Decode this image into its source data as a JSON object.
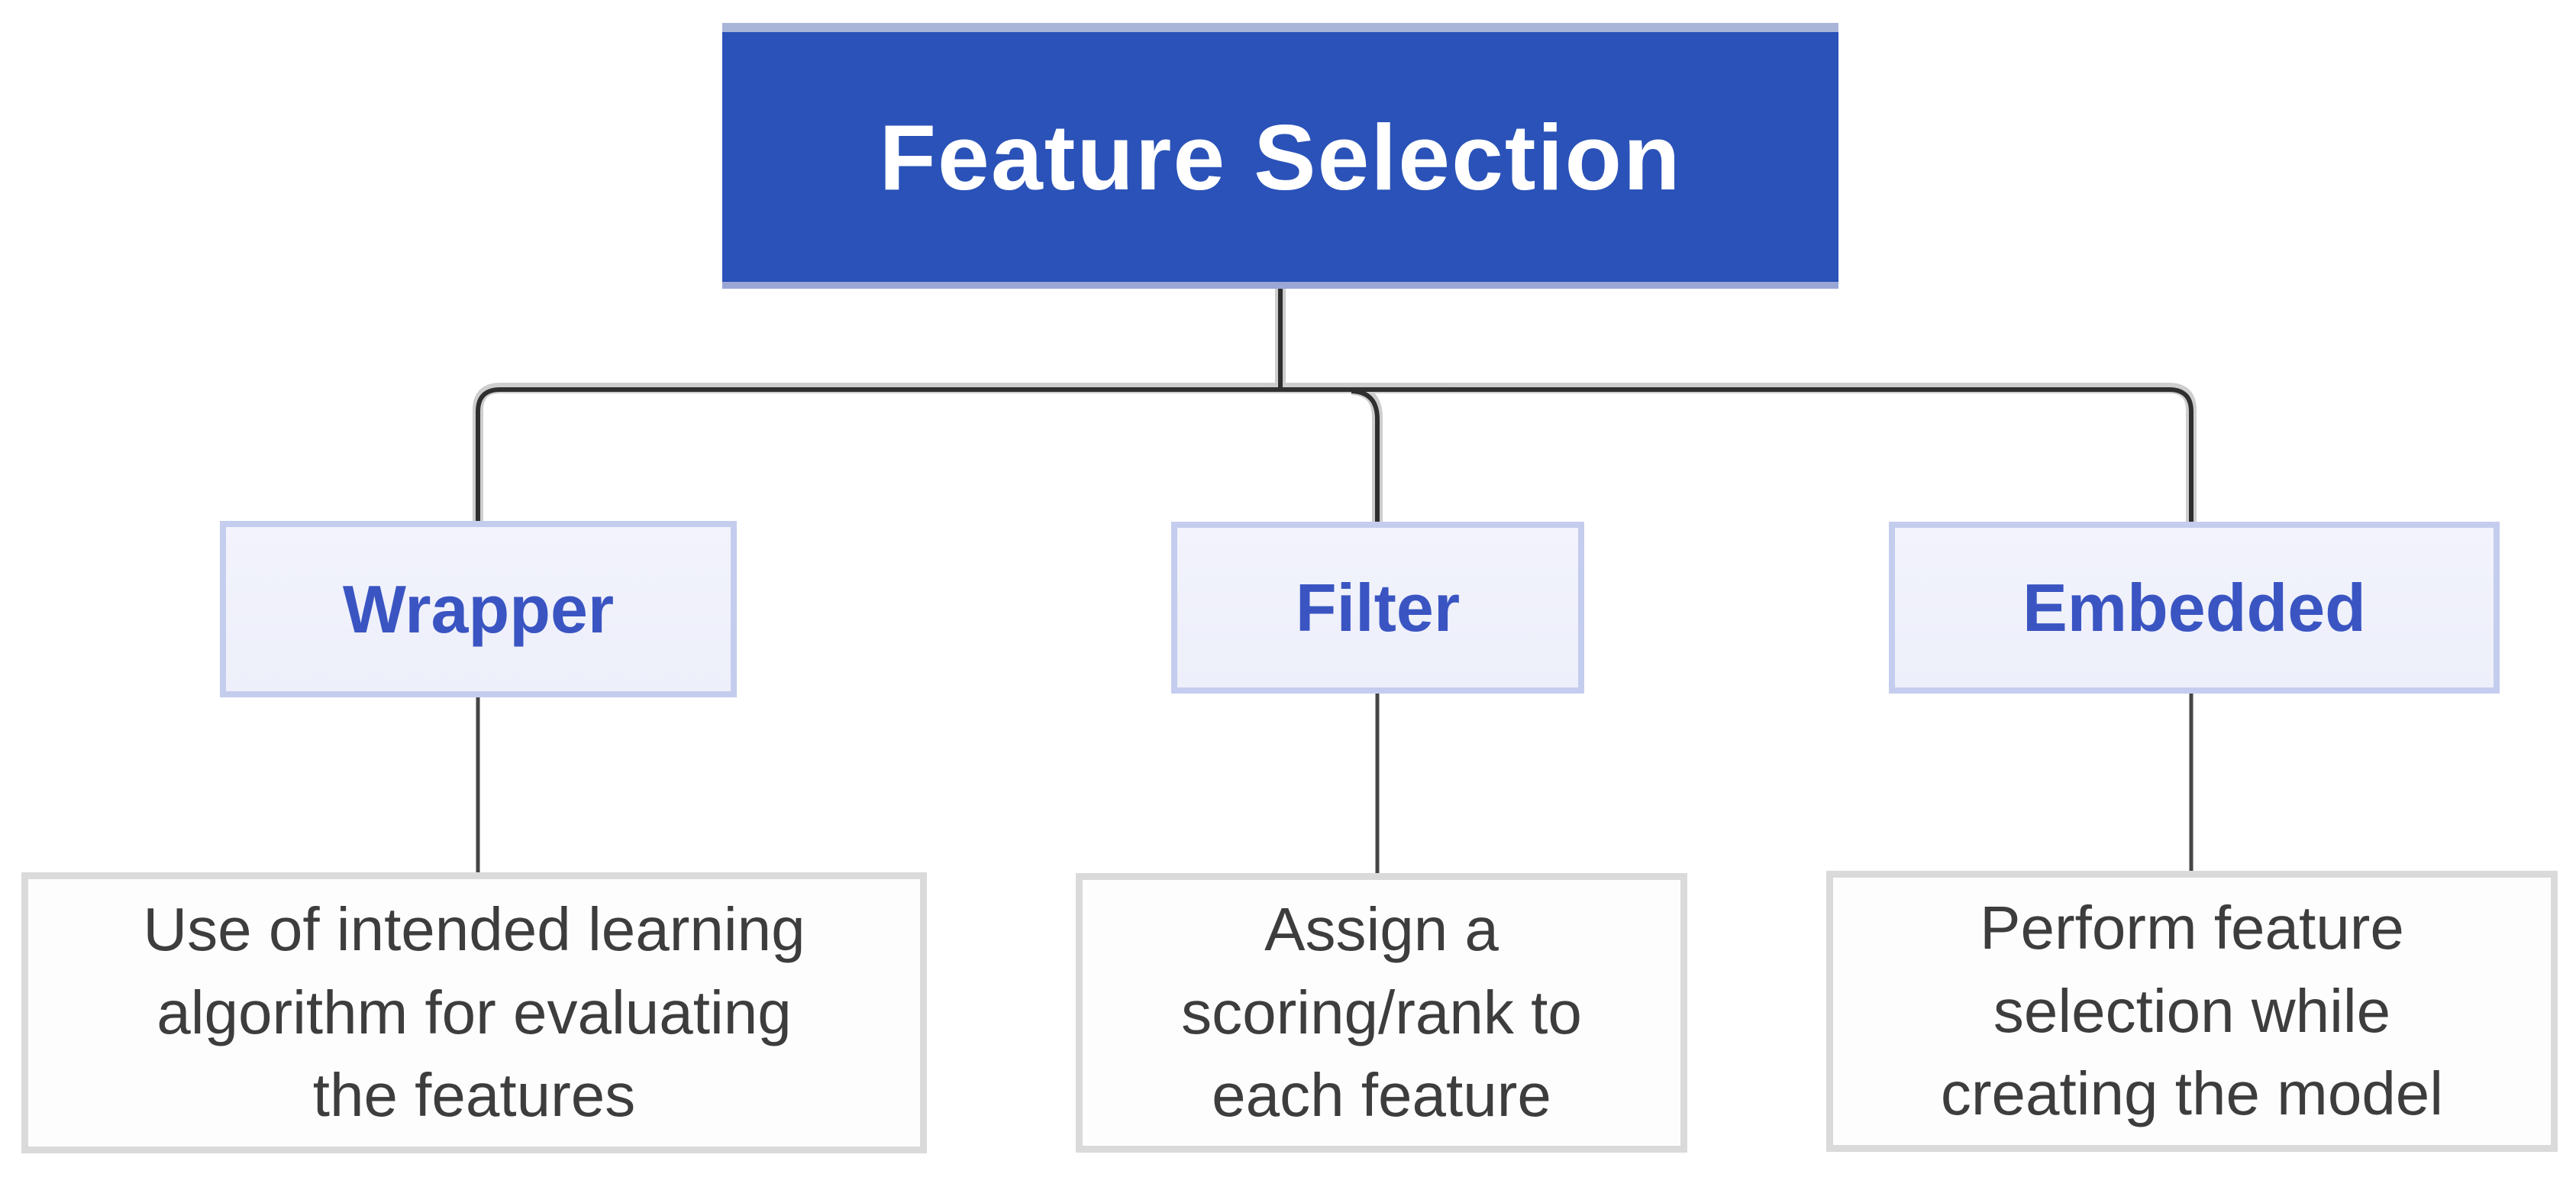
{
  "page": {
    "title": "Feature Selection"
  },
  "diagram": {
    "type": "tree",
    "root": {
      "label": "Feature Selection"
    },
    "branches": [
      {
        "label": "Wrapper",
        "description": "Use of intended learning\nalgorithm for evaluating\nthe features"
      },
      {
        "label": "Filter",
        "description": "Assign a\nscoring/rank to\neach feature"
      },
      {
        "label": "Embedded",
        "description": "Perform feature\nselection while\ncreating the model"
      }
    ],
    "colors": {
      "background": "#ffffff",
      "root_fill": "#2a52b8",
      "root_top_border": "#a8b5d9",
      "root_text": "#ffffff",
      "branch_fill": "#eef0fa",
      "branch_border": "#c5cdee",
      "branch_text": "#3a55c2",
      "description_fill": "#fdfdfd",
      "description_border": "#dadada",
      "description_text": "#3d3d3d",
      "connector_line": "#2f2f2f",
      "connector_halo": "#a6a6a6"
    }
  }
}
